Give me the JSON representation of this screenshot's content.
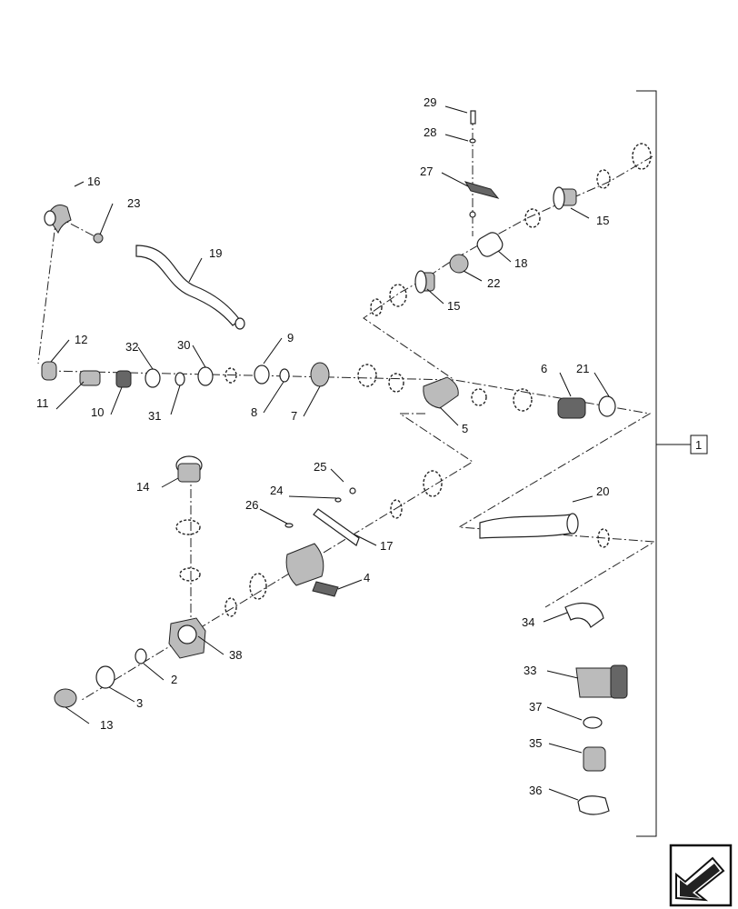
{
  "diagram": {
    "assembly_ref": "1",
    "callouts": [
      "29",
      "28",
      "27",
      "15",
      "18",
      "22",
      "15",
      "16",
      "23",
      "19",
      "12",
      "32",
      "30",
      "9",
      "11",
      "10",
      "31",
      "8",
      "7",
      "6",
      "21",
      "5",
      "14",
      "25",
      "24",
      "26",
      "17",
      "20",
      "4",
      "34",
      "38",
      "2",
      "3",
      "13",
      "33",
      "37",
      "35",
      "36"
    ]
  },
  "icons": {
    "nav": "arrow-down-left-icon"
  }
}
